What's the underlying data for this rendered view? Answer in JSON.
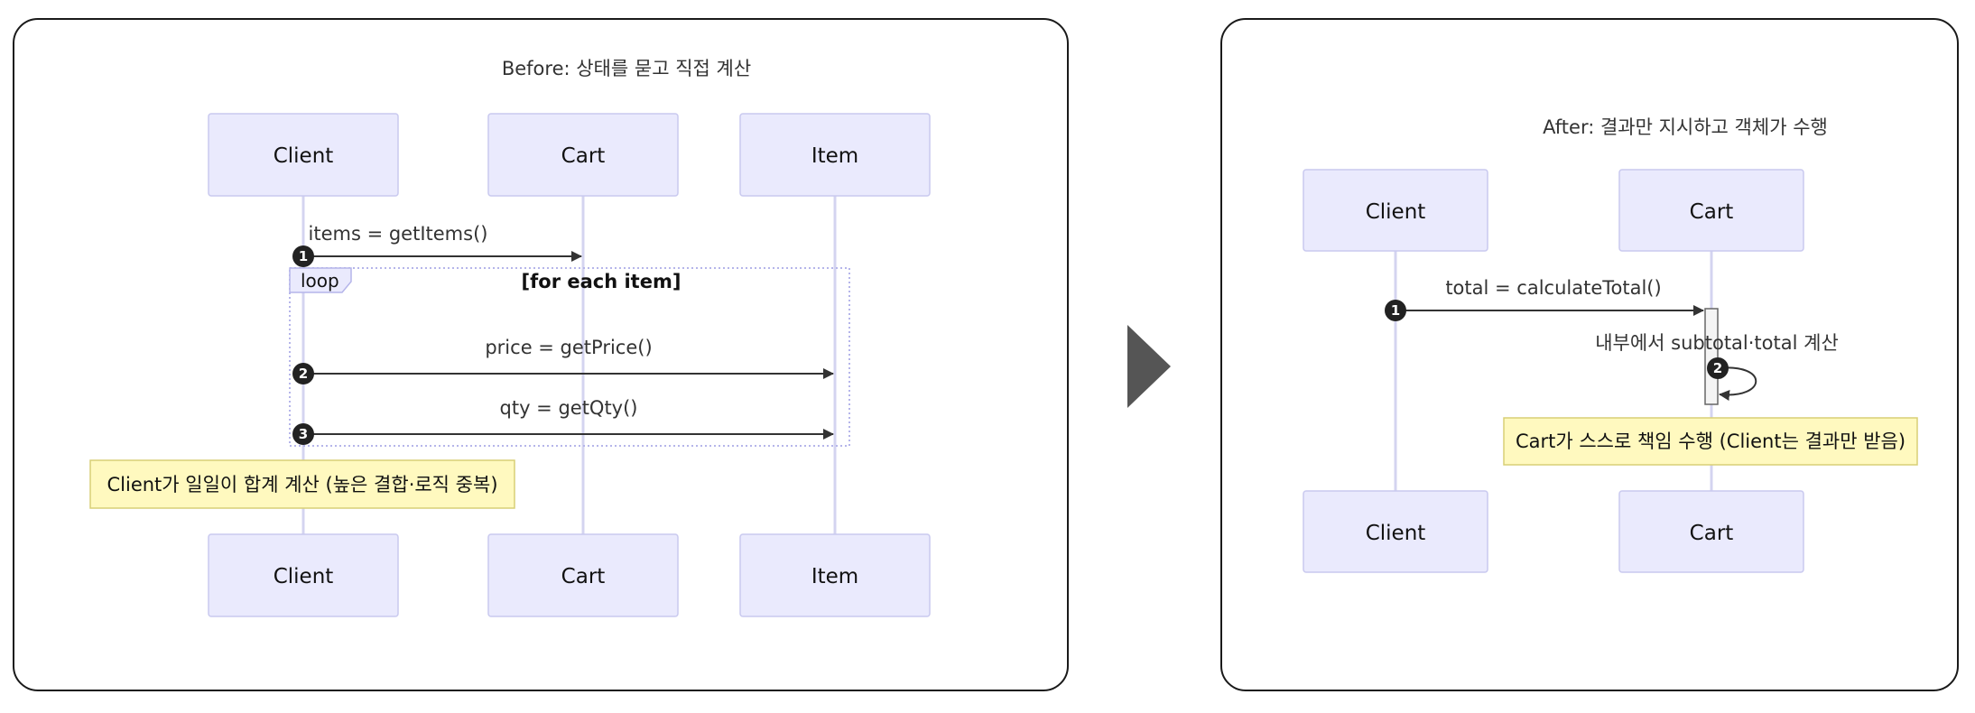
{
  "before": {
    "title": "Before: 상태를 묻고 직접 계산",
    "actors_top": [
      "Client",
      "Cart",
      "Item"
    ],
    "actors_bottom": [
      "Client",
      "Cart",
      "Item"
    ],
    "messages": [
      {
        "num": "1",
        "label": "items = getItems()"
      },
      {
        "num": "2",
        "label": "price = getPrice()"
      },
      {
        "num": "3",
        "label": "qty = getQty()"
      }
    ],
    "loop": {
      "label": "loop",
      "condition": "[for each item]"
    },
    "note": "Client가 일일이 합계 계산 (높은 결합·로직 중복)"
  },
  "after": {
    "title": "After: 결과만 지시하고 객체가 수행",
    "actors_top": [
      "Client",
      "Cart"
    ],
    "actors_bottom": [
      "Client",
      "Cart"
    ],
    "messages": [
      {
        "num": "1",
        "label": "total = calculateTotal()"
      },
      {
        "num": "2",
        "label": "내부에서 subtotal·total 계산"
      }
    ],
    "note": "Cart가 스스로 책임 수행 (Client는 결과만 받음)"
  },
  "colors": {
    "actor_fill": "#eaeafd",
    "note_fill": "#fff9bf",
    "arrow_gray": "#555555"
  },
  "icons": {
    "divider": "play-arrow-icon"
  }
}
